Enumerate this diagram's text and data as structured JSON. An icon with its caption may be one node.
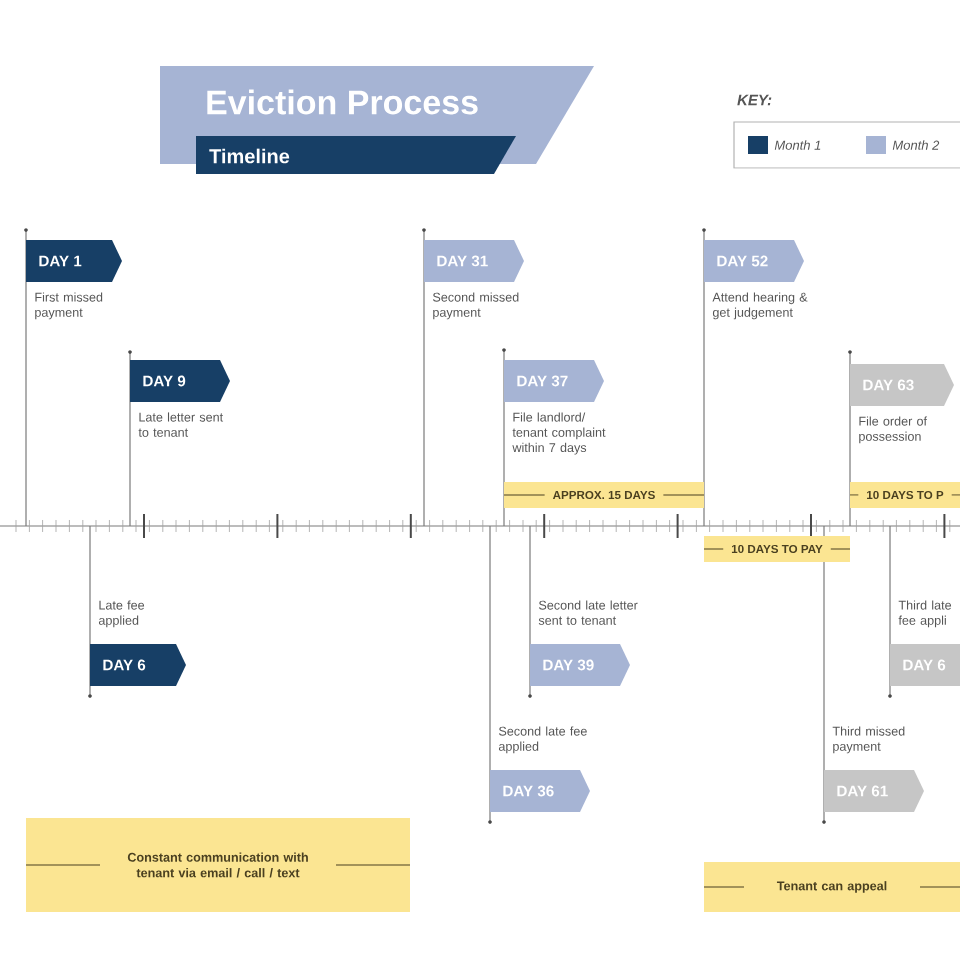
{
  "diagram": {
    "title": "Eviction Process",
    "nodes": [
      {
        "text": [
          "DAY 1",
          "First missed payment"
        ]
      },
      {
        "text": [
          "DAY 9",
          "Late letter sent to tenant"
        ]
      },
      {
        "text": [
          "DAY 31",
          "Second missed payment"
        ]
      },
      {
        "text": [
          "DAY 37",
          "File landlord/ tenant complaint within 7 days"
        ]
      },
      {
        "text": [
          "DAY 52",
          "Attend hearing & get judgement"
        ]
      },
      {
        "text": [
          "DAY 63",
          "File order of possession"
        ]
      },
      {
        "text": [
          "APPROX. 15 DAYS"
        ]
      },
      {
        "text": [
          "10 DAYS TO P"
        ]
      },
      {
        "text": [
          "10 DAYS TO PAY"
        ]
      },
      {
        "text": [
          "Late fee applied",
          "DAY 6"
        ]
      },
      {
        "text": [
          "Second late letter sent to tenant",
          "DAY 39"
        ]
      },
      {
        "text": [
          "Second late fee applied",
          "DAY 36"
        ]
      },
      {
        "text": [
          "Third missed payment",
          "DAY 61"
        ]
      },
      {
        "text": [
          "Third late fee appli",
          "DAY 6"
        ]
      },
      {
        "text": [
          "Constant communication with tenant via email / call / text"
        ]
      },
      {
        "text": [
          "Tenant can appeal"
        ]
      }
    ],
    "labels": [
      "Timeline",
      "KEY:"
    ],
    "legend": [
      {
        "text": "Month 1",
        "color": "#173f66"
      },
      {
        "text": "Month 2",
        "color": "#a6b4d4"
      }
    ]
  }
}
